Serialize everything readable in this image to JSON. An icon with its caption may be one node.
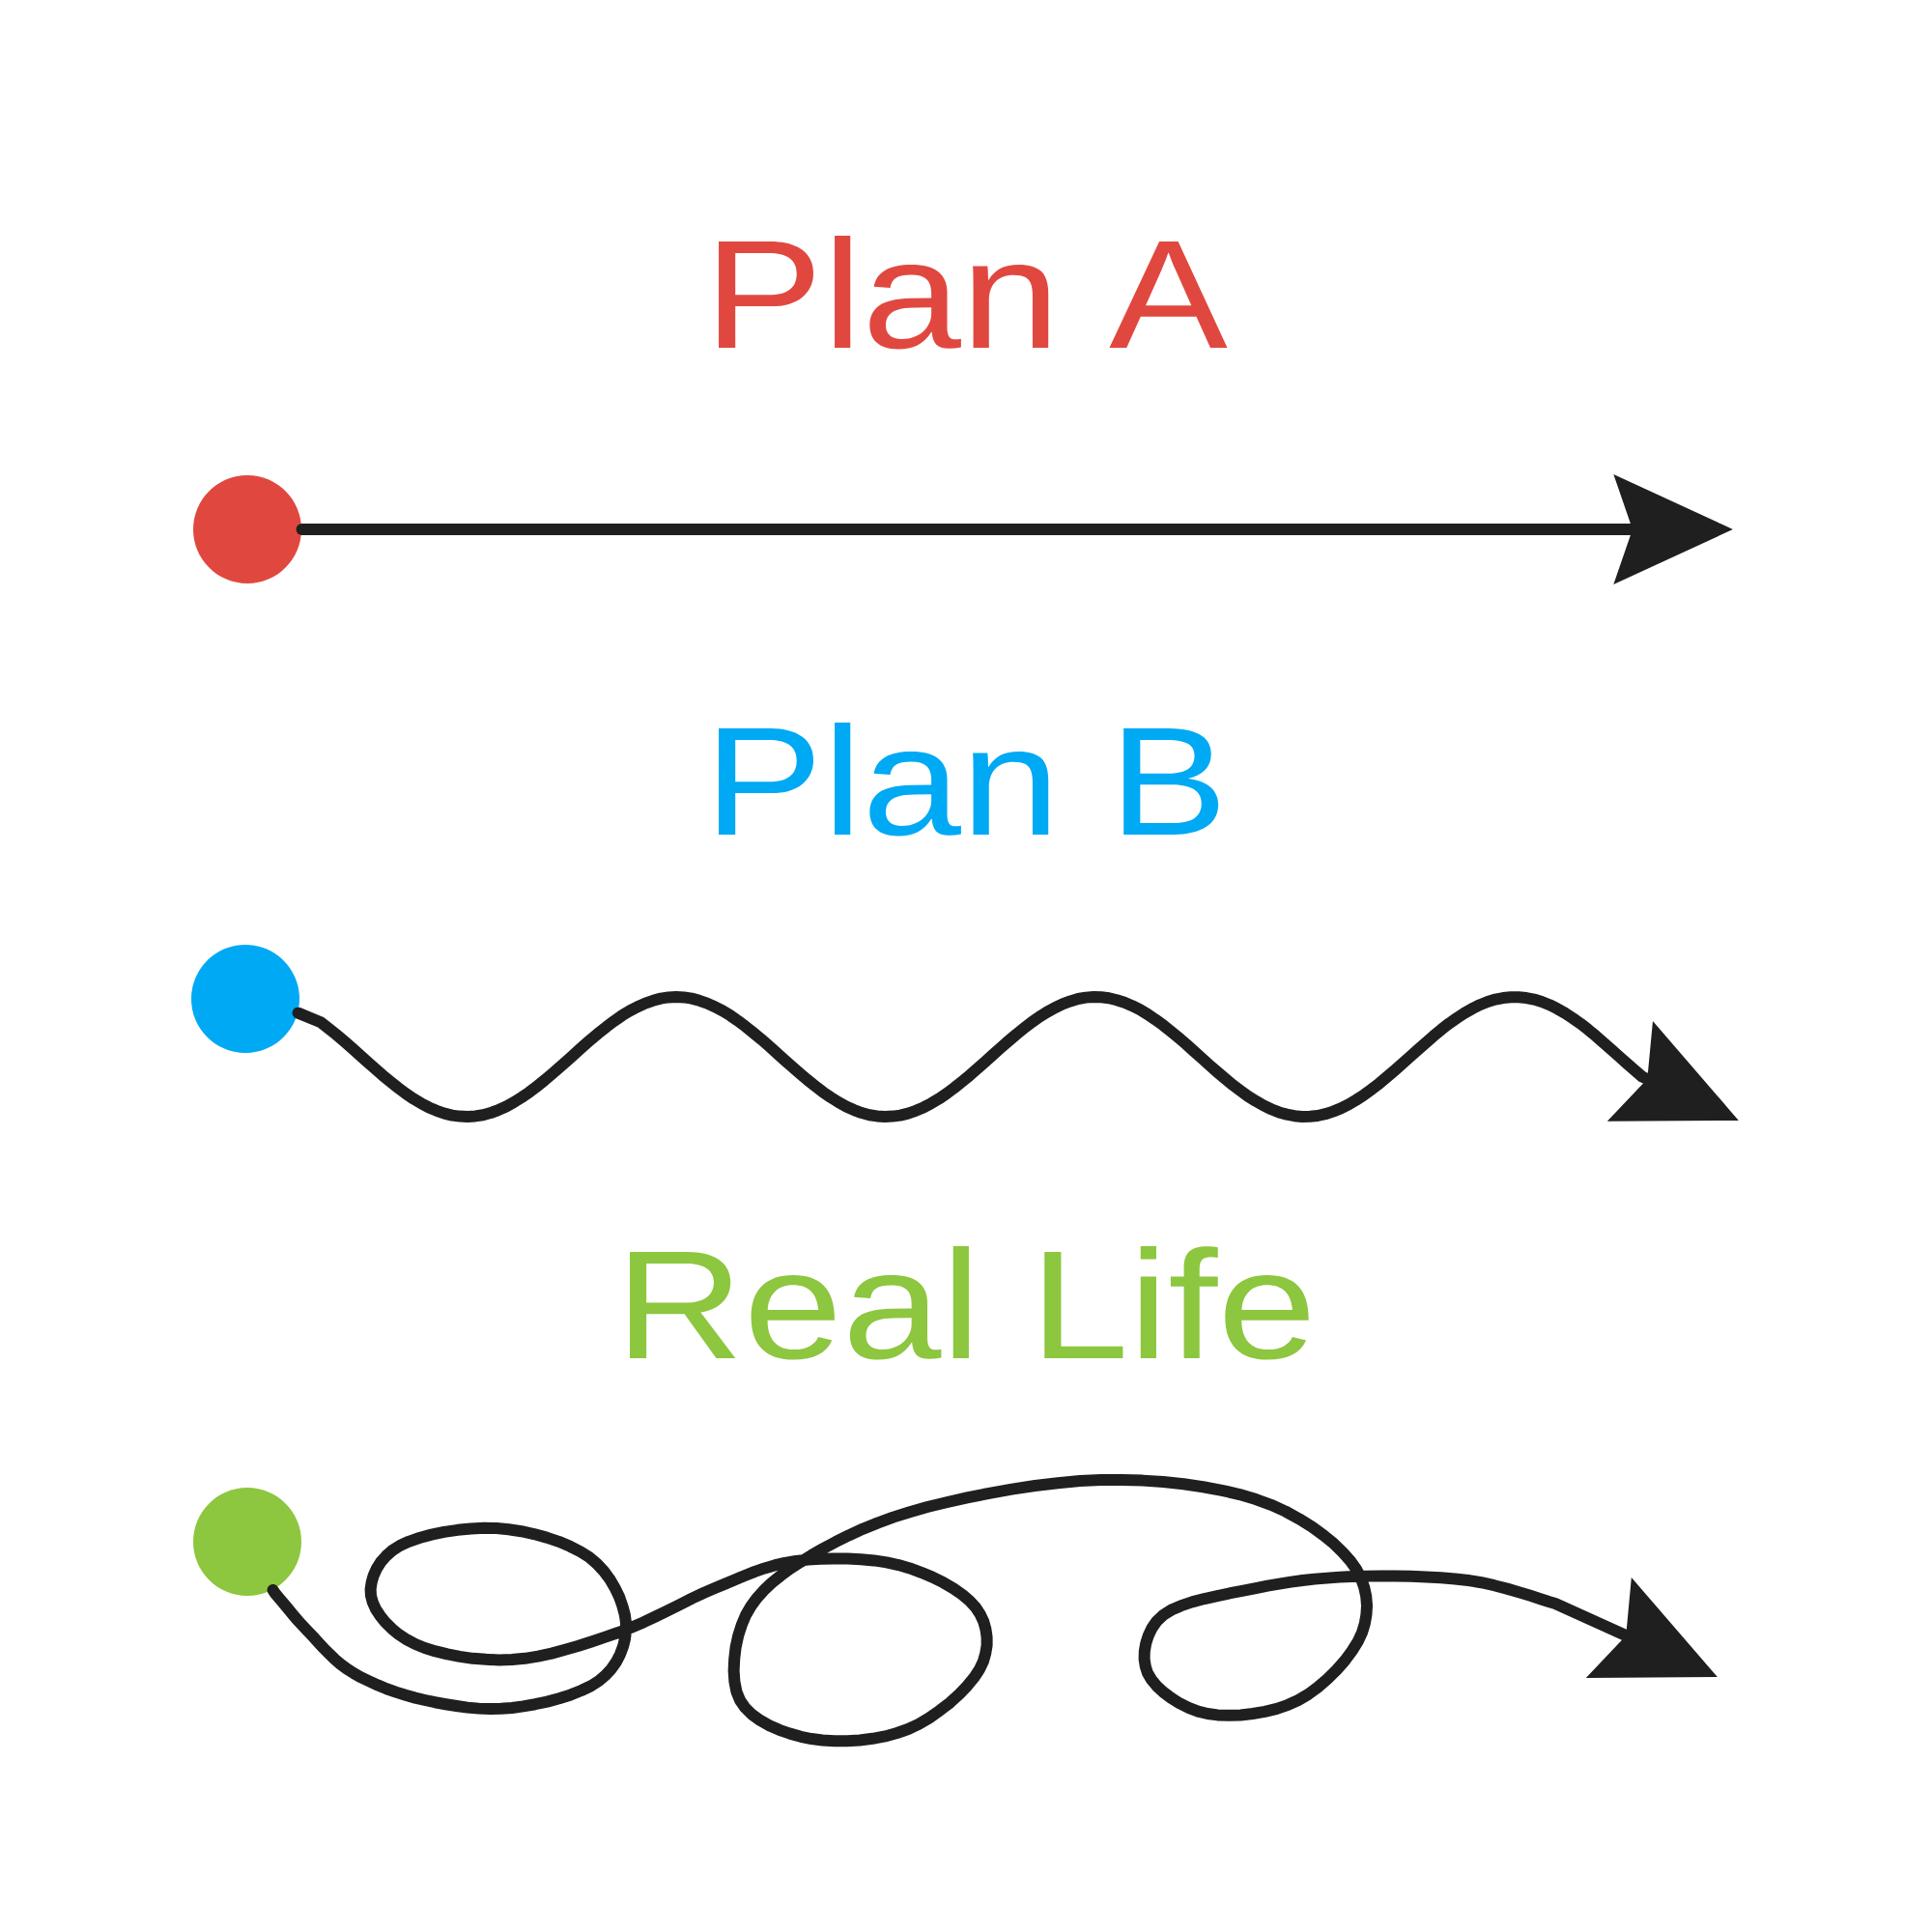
{
  "diagram": {
    "nodes": [
      {
        "text": [],
        "shape": "circle"
      },
      {
        "text": [],
        "shape": "circle"
      },
      {
        "text": [],
        "shape": "circle"
      }
    ],
    "edges": [
      {
        "from": 0,
        "to": null,
        "arrow": "to"
      },
      {
        "from": 1,
        "to": null,
        "arrow": "to"
      },
      {
        "from": 2,
        "to": null,
        "arrow": "to"
      }
    ],
    "labels": [
      "Plan A",
      "Plan B",
      "Real Life"
    ]
  }
}
